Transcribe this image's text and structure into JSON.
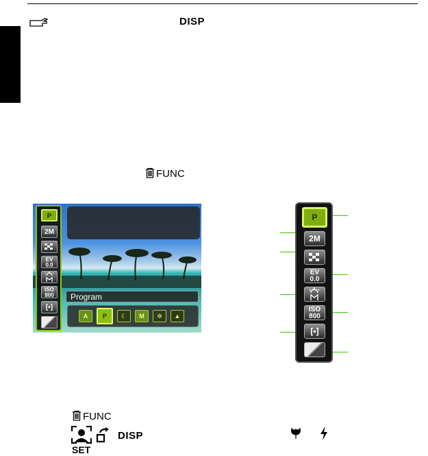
{
  "header": {
    "note_icon": "hand-pointer-icon",
    "disp_label": "DISP"
  },
  "instructions": {
    "func_label": "FUNC",
    "func_icon": "trash-icon"
  },
  "screen": {
    "mode_label": "Program",
    "toolbar_items": [
      "P",
      "2M",
      "quality",
      "EV 0.0",
      "WB M",
      "ISO 800",
      "metering",
      "effect"
    ],
    "mode_icons": [
      "A",
      "P",
      "night",
      "M",
      "fireworks",
      "landscape"
    ]
  },
  "diagram": {
    "toolbar_items": [
      "P",
      "2M",
      "quality",
      "EV 0.0",
      "WB M",
      "ISO 800",
      "metering",
      "effect"
    ],
    "callout_color": "#35c800"
  },
  "footer": {
    "func_label": "FUNC",
    "disp_label": "DISP",
    "set_label": "SET",
    "icons": [
      "portrait-icon",
      "rotate-icon",
      "macro-icon",
      "flash-icon"
    ]
  },
  "colors": {
    "accent_green": "#8fc41a",
    "tab_black": "#000000"
  }
}
